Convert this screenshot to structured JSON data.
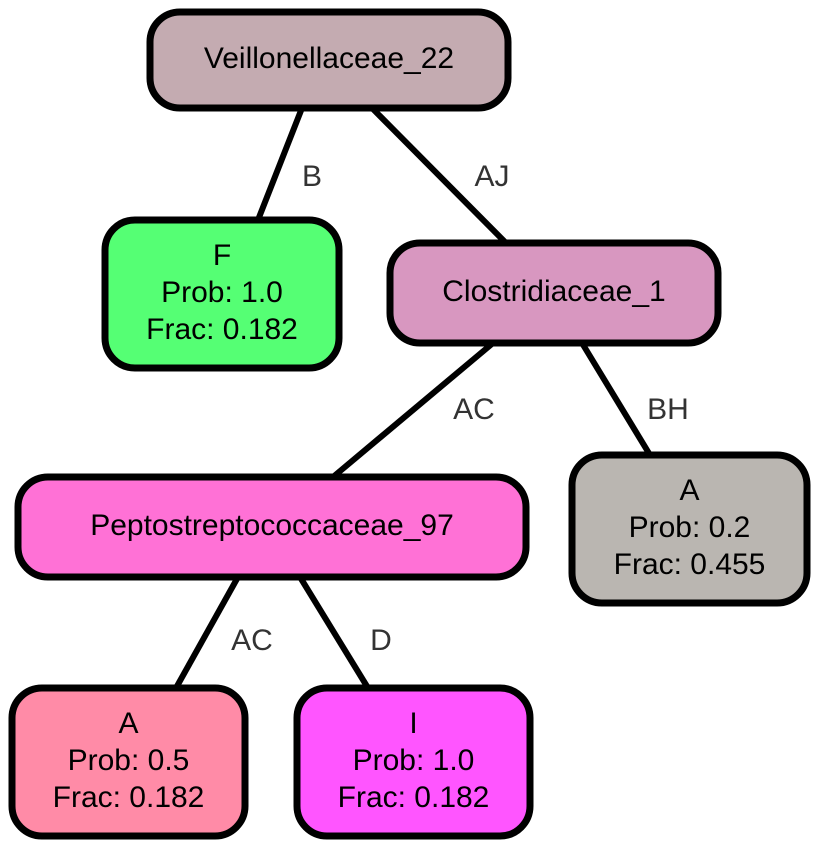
{
  "nodes": [
    {
      "id": "veillonellaceae",
      "lines": [
        "Veillonellaceae_22"
      ],
      "fill": "#c4abb1"
    },
    {
      "id": "leaf-f",
      "lines": [
        "F",
        "Prob: 1.0",
        "Frac: 0.182"
      ],
      "fill": "#55ff74"
    },
    {
      "id": "clostridiaceae",
      "lines": [
        "Clostridiaceae_1"
      ],
      "fill": "#d897c0"
    },
    {
      "id": "peptostreptococcaceae",
      "lines": [
        "Peptostreptococcaceae_97"
      ],
      "fill": "#ff71d6"
    },
    {
      "id": "leaf-a-bh",
      "lines": [
        "A",
        "Prob: 0.2",
        "Frac: 0.455"
      ],
      "fill": "#bab6b1"
    },
    {
      "id": "leaf-a-ac",
      "lines": [
        "A",
        "Prob: 0.5",
        "Frac: 0.182"
      ],
      "fill": "#ff8ba7"
    },
    {
      "id": "leaf-i",
      "lines": [
        "I",
        "Prob: 1.0",
        "Frac: 0.182"
      ],
      "fill": "#ff55ff"
    }
  ],
  "edges": [
    {
      "from": "veillonellaceae",
      "to": "leaf-f",
      "label": "B"
    },
    {
      "from": "veillonellaceae",
      "to": "clostridiaceae",
      "label": "AJ"
    },
    {
      "from": "clostridiaceae",
      "to": "peptostreptococcaceae",
      "label": "AC"
    },
    {
      "from": "clostridiaceae",
      "to": "leaf-a-bh",
      "label": "BH"
    },
    {
      "from": "peptostreptococcaceae",
      "to": "leaf-a-ac",
      "label": "AC"
    },
    {
      "from": "peptostreptococcaceae",
      "to": "leaf-i",
      "label": "D"
    }
  ]
}
